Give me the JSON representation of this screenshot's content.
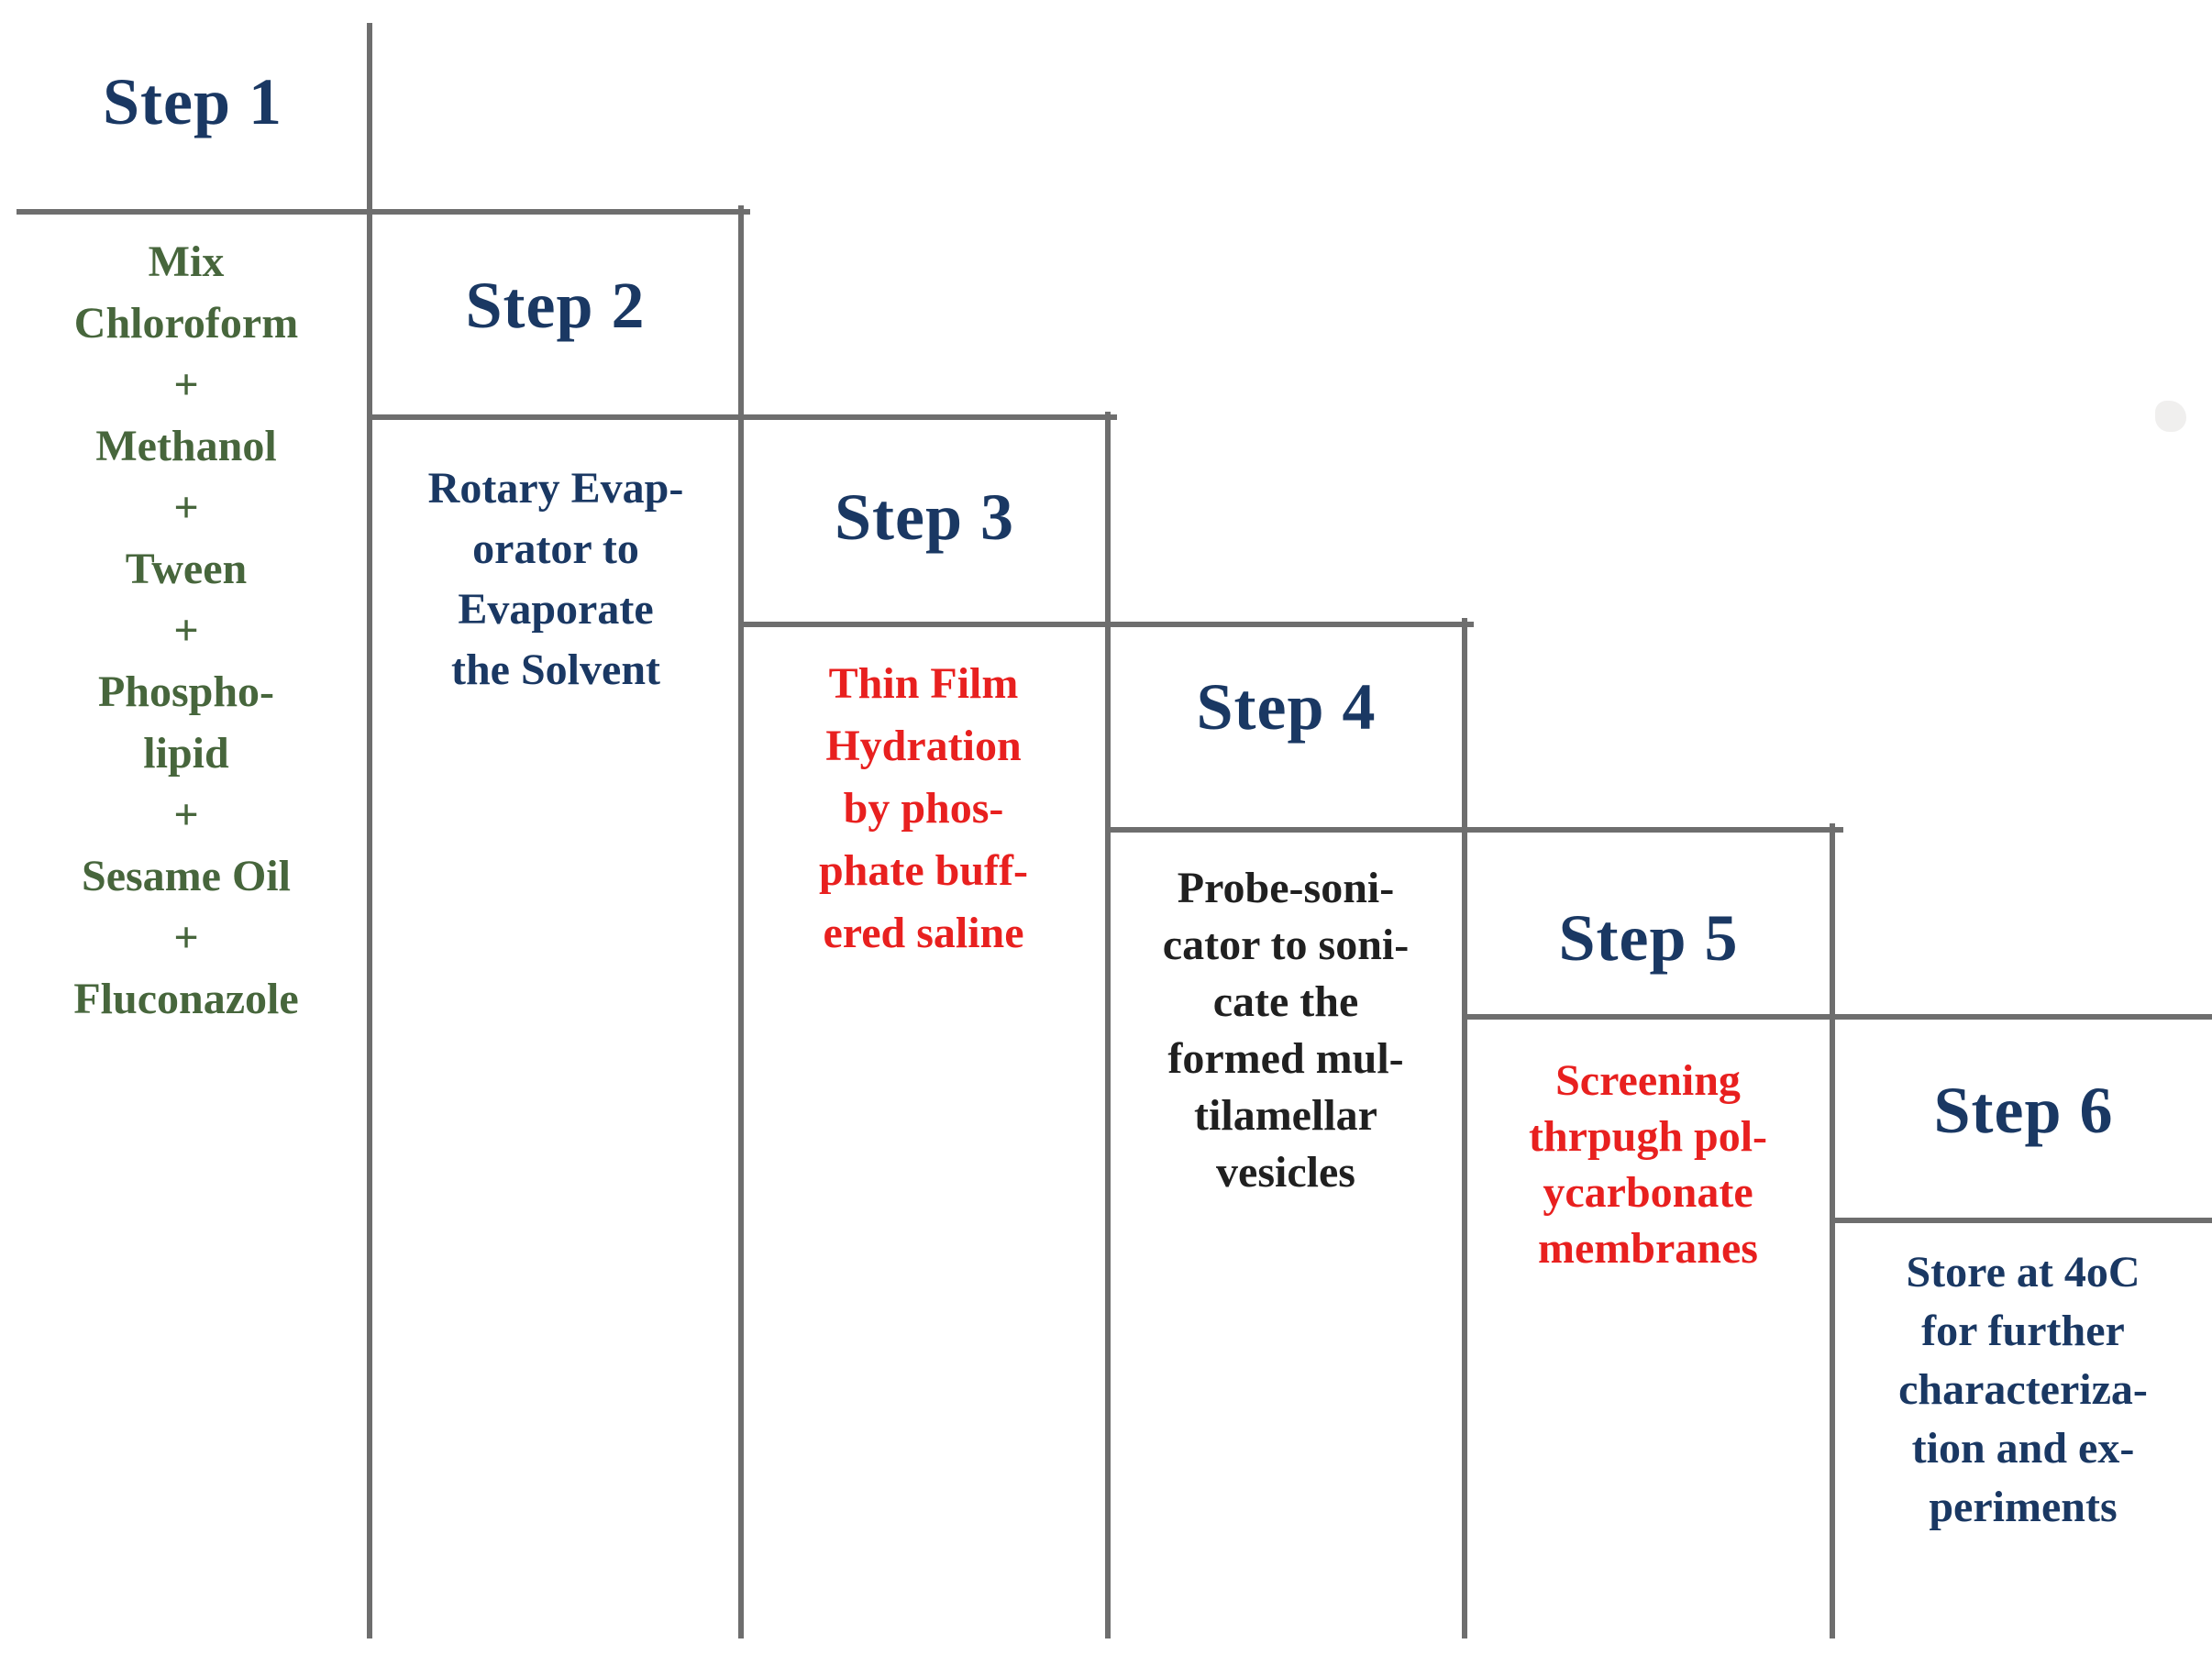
{
  "figure": {
    "type": "staircase-process-flowchart",
    "description_visible": "Six-step liposome preparation procedure laid out as descending stair-step table cells",
    "step_count": 6
  },
  "colors": {
    "navy": "#1a3863",
    "green": "#47663c",
    "red": "#e8201f",
    "black": "#202020",
    "line_gray": "#6e6e6e",
    "background": "#ffffff"
  },
  "steps": [
    {
      "title": "Step 1",
      "text_color_name": "green",
      "lines": [
        "Mix",
        "Chloroform",
        "+",
        "Methanol",
        "+",
        "Tween",
        "+",
        "Phospho-",
        "lipid",
        "+",
        "Sesame Oil",
        "+",
        "Fluconazole"
      ]
    },
    {
      "title": "Step 2",
      "text_color_name": "navy",
      "lines": [
        "Rotary Evap-",
        "orator to",
        "Evaporate",
        "the Solvent"
      ]
    },
    {
      "title": "Step 3",
      "text_color_name": "red",
      "lines": [
        "Thin Film",
        "Hydration",
        "by phos-",
        "phate buff-",
        "ered saline"
      ]
    },
    {
      "title": "Step 4",
      "text_color_name": "black",
      "lines": [
        "Probe-soni-",
        "cator to soni-",
        "cate the",
        "formed mul-",
        "tilamellar",
        "vesicles"
      ]
    },
    {
      "title": "Step 5",
      "text_color_name": "red",
      "lines": [
        "Screening",
        "thrpugh pol-",
        "ycarbonate",
        "membranes"
      ]
    },
    {
      "title": "Step 6",
      "text_color_name": "navy",
      "lines": [
        "Store at 4oC",
        "for further",
        "characteriza-",
        "tion and ex-",
        "periments"
      ]
    }
  ]
}
